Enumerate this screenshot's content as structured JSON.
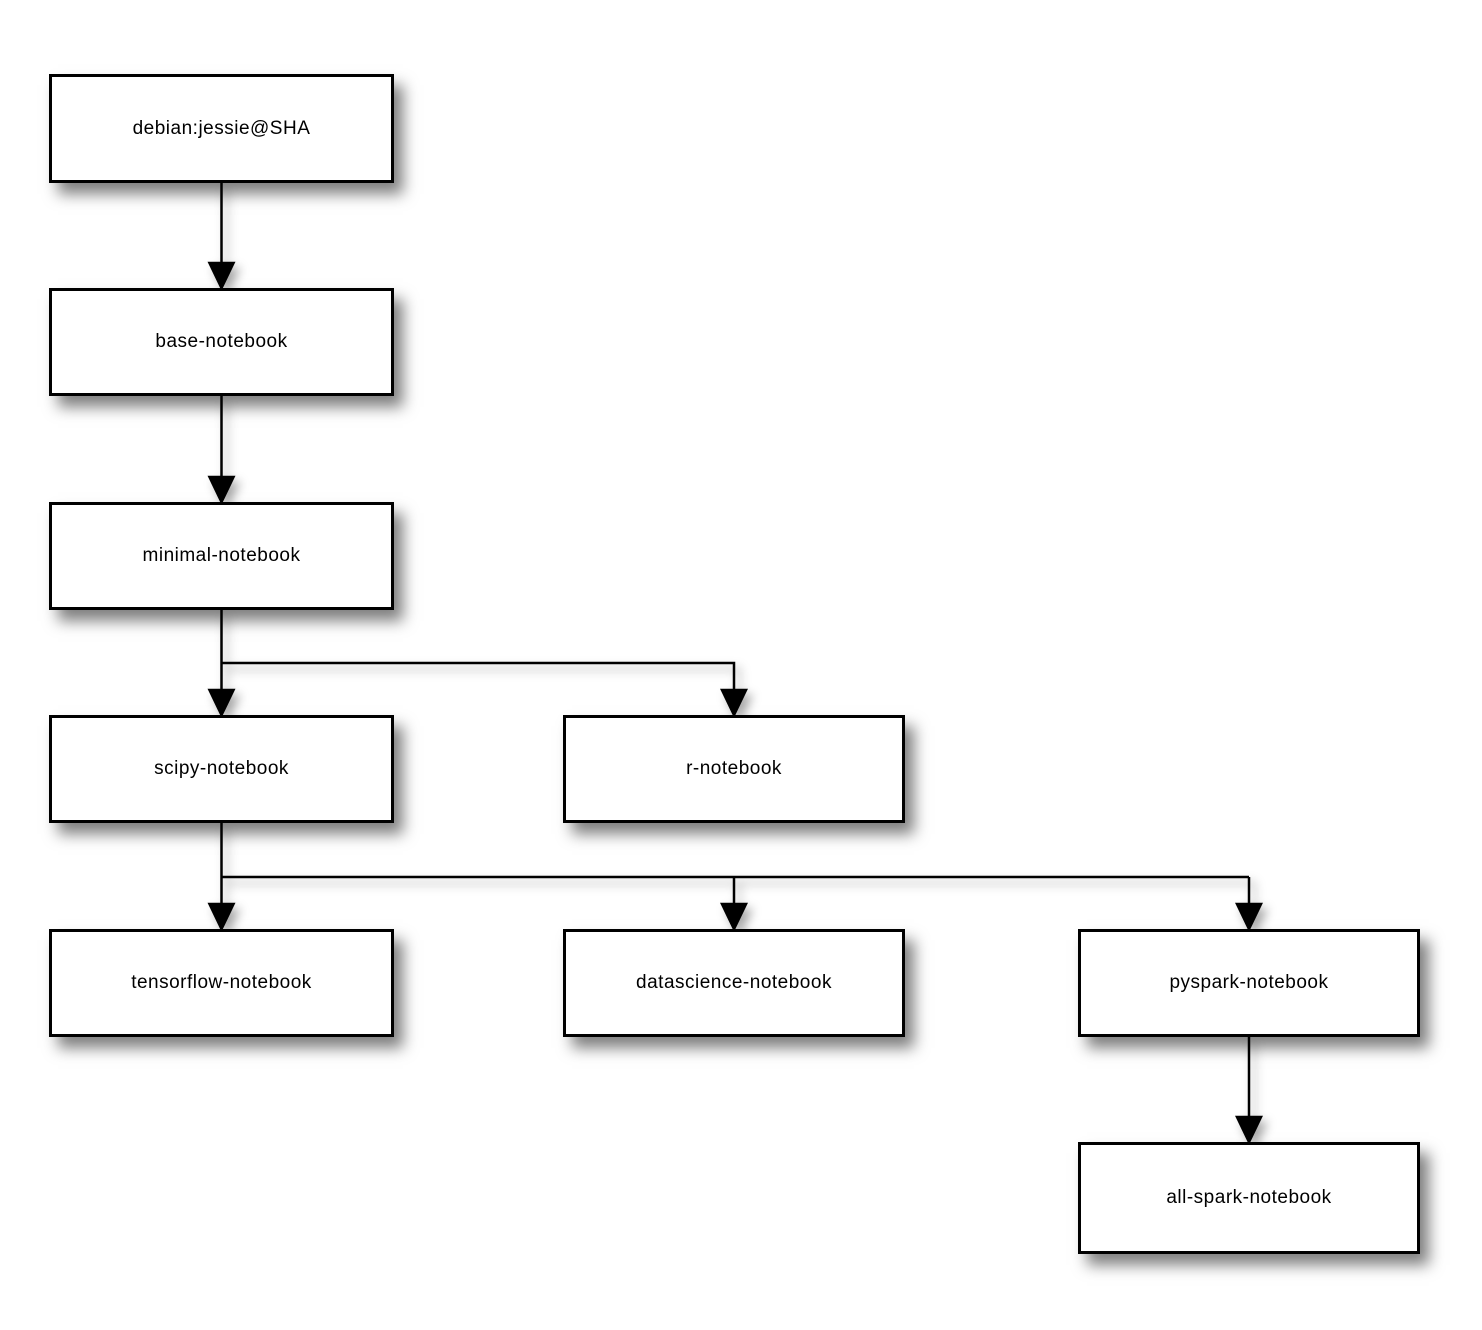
{
  "colors": {
    "background": "#ffffff",
    "node_fill": "#ffffff",
    "node_border": "#000000",
    "connector": "#000000"
  },
  "nodes": [
    {
      "label": "debian:jessie@SHA"
    },
    {
      "label": "base-notebook"
    },
    {
      "label": "minimal-notebook"
    },
    {
      "label": "scipy-notebook"
    },
    {
      "label": "r-notebook"
    },
    {
      "label": "tensorflow-notebook"
    },
    {
      "label": "datascience-notebook"
    },
    {
      "label": "pyspark-notebook"
    },
    {
      "label": "all-spark-notebook"
    }
  ],
  "edges": [
    {
      "from": "debian:jessie@SHA",
      "to": "base-notebook"
    },
    {
      "from": "base-notebook",
      "to": "minimal-notebook"
    },
    {
      "from": "minimal-notebook",
      "to": "scipy-notebook"
    },
    {
      "from": "minimal-notebook",
      "to": "r-notebook"
    },
    {
      "from": "scipy-notebook",
      "to": "tensorflow-notebook"
    },
    {
      "from": "scipy-notebook",
      "to": "datascience-notebook"
    },
    {
      "from": "scipy-notebook",
      "to": "pyspark-notebook"
    },
    {
      "from": "pyspark-notebook",
      "to": "all-spark-notebook"
    }
  ]
}
